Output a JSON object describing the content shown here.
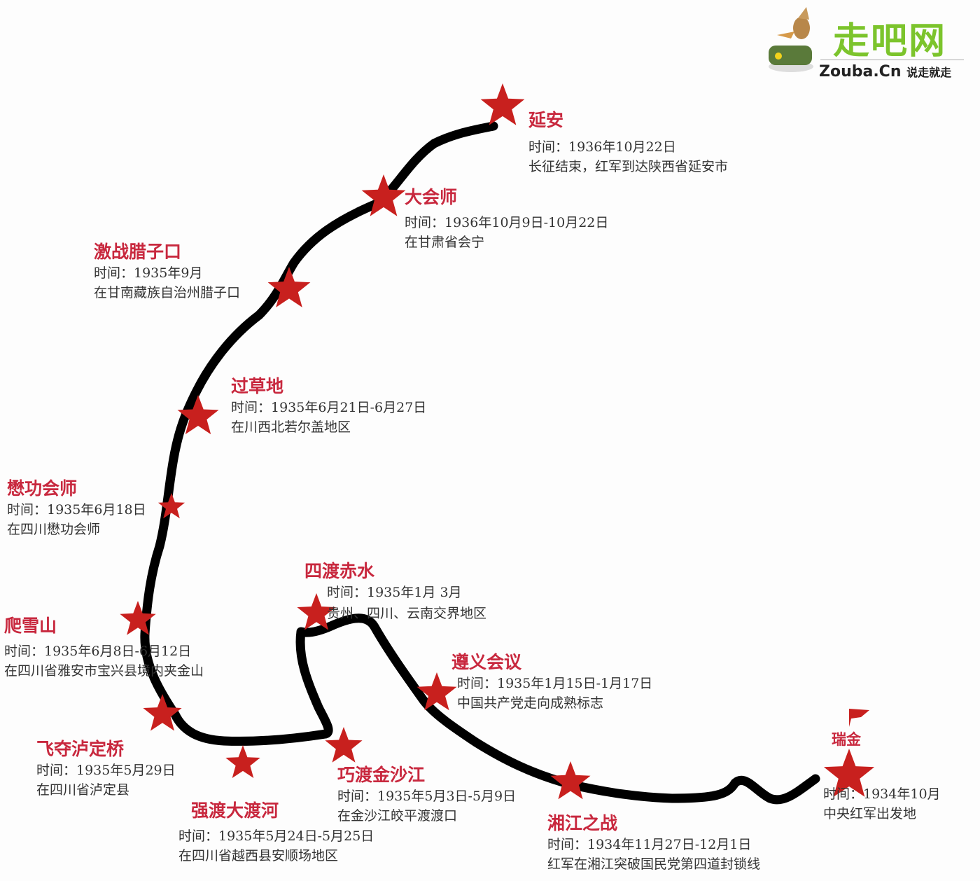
{
  "logo": {
    "brand": "走吧网",
    "url_text": "Zouba.Cn",
    "slogan": "说走就走"
  },
  "colors": {
    "star": "#c8201e",
    "title": "#c8283e",
    "route": "#000000",
    "logo_green": "#7cc42c"
  },
  "stops": [
    {
      "id": "yanan",
      "title": "延安",
      "time": "时间：1936年10月22日",
      "desc": "长征结束，红军到达陕西省延安市"
    },
    {
      "id": "dahuishi",
      "title": "大会师",
      "time": "时间：1936年10月9日-10月22日",
      "desc": "在甘肃省会宁"
    },
    {
      "id": "lazikou",
      "title": "激战腊子口",
      "time": "时间：1935年9月",
      "desc": "在甘南藏族自治州腊子口"
    },
    {
      "id": "caodi",
      "title": "过草地",
      "time": "时间：1935年6月21日-6月27日",
      "desc": "在川西北若尔盖地区"
    },
    {
      "id": "maogong",
      "title": "懋功会师",
      "time": "时间：1935年6月18日",
      "desc": "在四川懋功会师"
    },
    {
      "id": "xueshan",
      "title": "爬雪山",
      "time": "时间：1935年6月8日-6月12日",
      "desc": "在四川省雅安市宝兴县境内夹金山"
    },
    {
      "id": "luding",
      "title": "飞夺泸定桥",
      "time": "时间：1935年5月29日",
      "desc": "在四川省泸定县"
    },
    {
      "id": "dadu",
      "title": "强渡大渡河",
      "time": "时间：1935年5月24日-5月25日",
      "desc": "在四川省越西县安顺场地区"
    },
    {
      "id": "jinsha",
      "title": "巧渡金沙江",
      "time": "时间：1935年5月3日-5月9日",
      "desc": "在金沙江皎平渡渡口"
    },
    {
      "id": "chishui",
      "title": "四渡赤水",
      "time": "时间：1935年1月 3月",
      "desc": "贵州、四川、云南交界地区"
    },
    {
      "id": "zunyi",
      "title": "遵义会议",
      "time": "时间：1935年1月15日-1月17日",
      "desc": "中国共产党走向成熟标志"
    },
    {
      "id": "xiangjiang",
      "title": "湘江之战",
      "time": "时间：1934年11月27日-12月1日",
      "desc": "红军在湘江突破国民党第四道封锁线"
    },
    {
      "id": "ruijin",
      "title": "瑞金",
      "time": "时间：1934年10月",
      "desc": "中央红军出发地"
    }
  ]
}
